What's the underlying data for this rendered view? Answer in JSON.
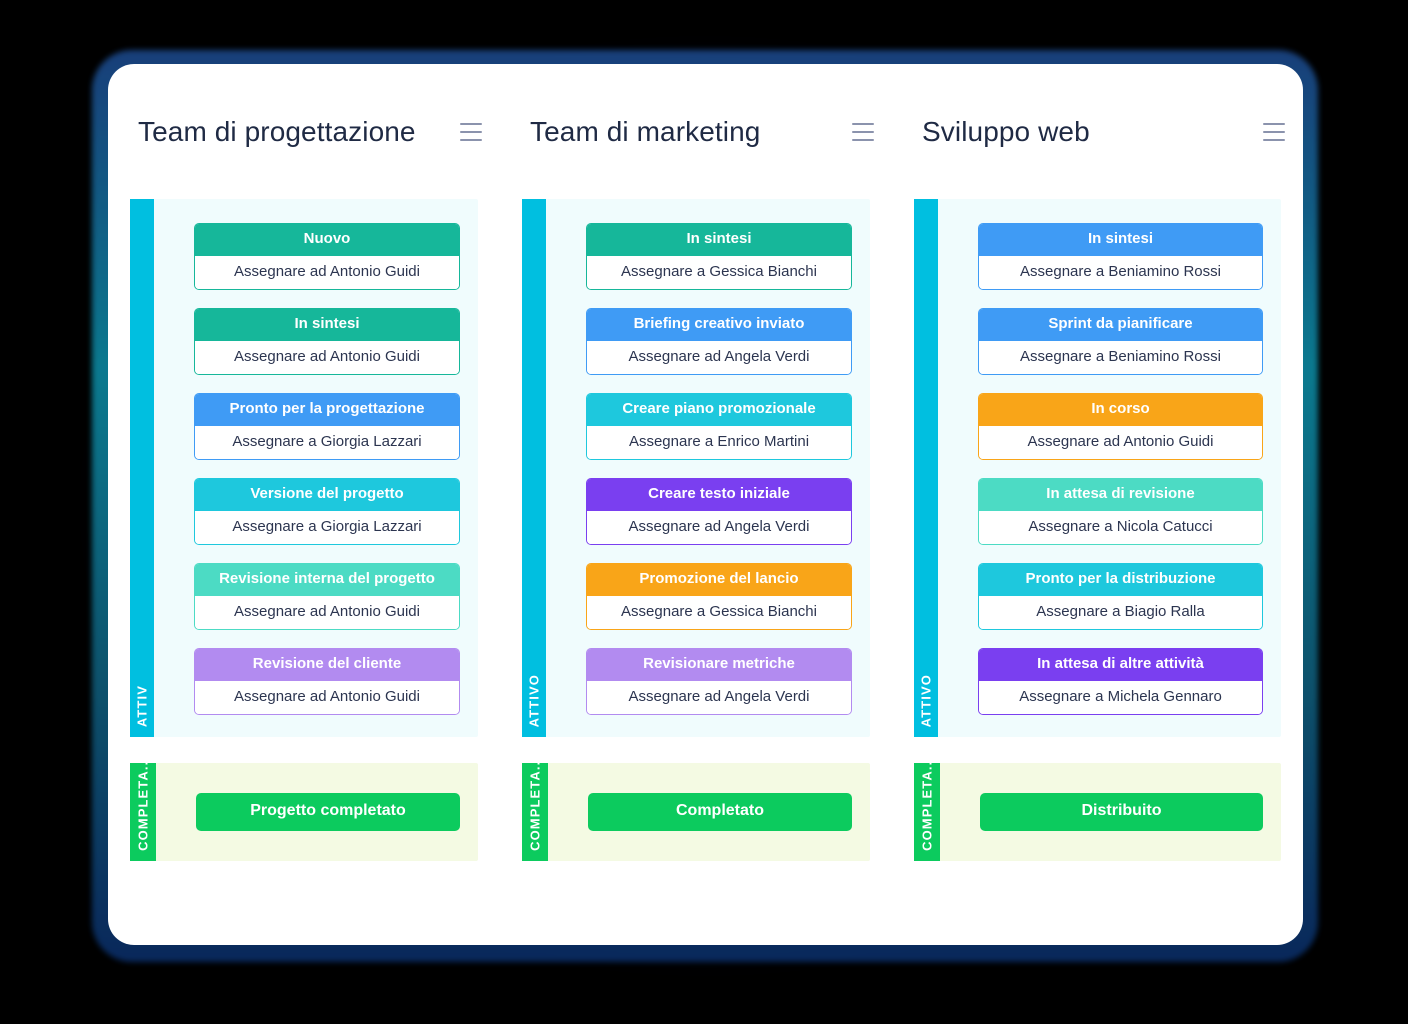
{
  "palette": {
    "teal_green": "#16b79a",
    "blue": "#3f9bf5",
    "cyan": "#1ec8dd",
    "mint": "#4cdbc4",
    "purple_light": "#b28bf0",
    "purple": "#7a3ff0",
    "orange": "#f9a518",
    "green": "#0ccb5e",
    "lane_bar_active": "#00bfe0",
    "lane_bg_active": "#f0fcfd",
    "lane_bg_done": "#f4fae3",
    "title_color": "#1f2a44",
    "burger_color": "#8b93ad"
  },
  "columns": [
    {
      "title": "Team di progettazione",
      "menu_icon": "hamburger-icon",
      "active_lane": {
        "label": "ATTIV",
        "tasks": [
          {
            "status": "Nuovo",
            "assignee": "Assegnare ad Antonio Guidi",
            "color": "#16b79a"
          },
          {
            "status": "In sintesi",
            "assignee": "Assegnare ad Antonio Guidi",
            "color": "#16b79a"
          },
          {
            "status": "Pronto per la progettazione",
            "assignee": "Assegnare a Giorgia Lazzari",
            "color": "#3f9bf5"
          },
          {
            "status": "Versione del progetto",
            "assignee": "Assegnare a Giorgia Lazzari",
            "color": "#1ec8dd"
          },
          {
            "status": "Revisione interna del progetto",
            "assignee": "Assegnare ad Antonio Guidi",
            "color": "#4cdbc4"
          },
          {
            "status": "Revisione del cliente",
            "assignee": "Assegnare ad Antonio Guidi",
            "color": "#b28bf0"
          }
        ]
      },
      "done_lane": {
        "label": "COMPLETA...",
        "pill": "Progetto completato"
      }
    },
    {
      "title": "Team di marketing",
      "menu_icon": "hamburger-icon",
      "active_lane": {
        "label": "ATTIVO",
        "tasks": [
          {
            "status": "In sintesi",
            "assignee": "Assegnare a Gessica Bianchi",
            "color": "#16b79a"
          },
          {
            "status": "Briefing creativo inviato",
            "assignee": "Assegnare ad Angela Verdi",
            "color": "#3f9bf5"
          },
          {
            "status": "Creare piano promozionale",
            "assignee": "Assegnare a Enrico Martini",
            "color": "#1ec8dd"
          },
          {
            "status": "Creare testo iniziale",
            "assignee": "Assegnare ad Angela Verdi",
            "color": "#7a3ff0"
          },
          {
            "status": "Promozione del lancio",
            "assignee": "Assegnare a Gessica Bianchi",
            "color": "#f9a518"
          },
          {
            "status": "Revisionare metriche",
            "assignee": "Assegnare ad Angela Verdi",
            "color": "#b28bf0"
          }
        ]
      },
      "done_lane": {
        "label": "COMPLETA...",
        "pill": "Completato"
      }
    },
    {
      "title": "Sviluppo web",
      "menu_icon": "hamburger-icon",
      "active_lane": {
        "label": "ATTIVO",
        "tasks": [
          {
            "status": "In sintesi",
            "assignee": "Assegnare a Beniamino Rossi",
            "color": "#3f9bf5"
          },
          {
            "status": "Sprint da pianificare",
            "assignee": "Assegnare a Beniamino Rossi",
            "color": "#3f9bf5"
          },
          {
            "status": "In corso",
            "assignee": "Assegnare ad Antonio Guidi",
            "color": "#f9a518"
          },
          {
            "status": "In attesa di revisione",
            "assignee": "Assegnare a Nicola Catucci",
            "color": "#4cdbc4"
          },
          {
            "status": "Pronto per la distribuzione",
            "assignee": "Assegnare a Biagio Ralla",
            "color": "#1ec8dd"
          },
          {
            "status": "In attesa di altre attività",
            "assignee": "Assegnare a Michela Gennaro",
            "color": "#7a3ff0"
          }
        ]
      },
      "done_lane": {
        "label": "COMPLETA...",
        "pill": "Distribuito"
      }
    }
  ]
}
